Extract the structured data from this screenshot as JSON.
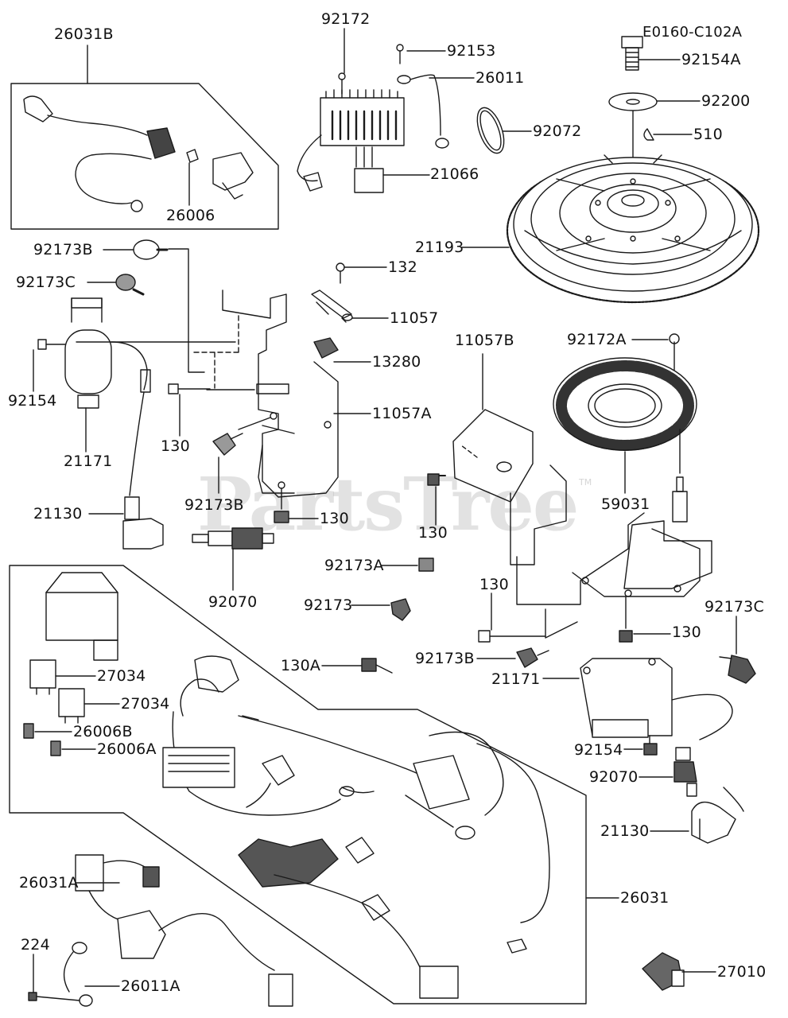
{
  "diagram": {
    "drawing_code": "E0160-C102A",
    "watermark": "PartsTree",
    "watermark_mark": "TM"
  },
  "parts": {
    "p26031B": "26031B",
    "p26006": "26006",
    "p92172": "92172",
    "p92153": "92153",
    "p26011": "26011",
    "p92072": "92072",
    "p21066": "21066",
    "p92154A": "92154A",
    "p92200": "92200",
    "p510": "510",
    "p21193": "21193",
    "p92173B_top": "92173B",
    "p92173C_left": "92173C",
    "p132": "132",
    "p11057": "11057",
    "p13280": "13280",
    "p92154_left": "92154",
    "p21171_left": "21171",
    "p11057A": "11057A",
    "p130_left": "130",
    "p92173B_mid": "92173B",
    "p130_mid": "130",
    "p21130_left": "21130",
    "p92070_left": "92070",
    "p11057B": "11057B",
    "p92172A": "92172A",
    "p59031": "59031",
    "p130_right": "130",
    "p92173A": "92173A",
    "p92173": "92173",
    "p130_upper": "130",
    "p130_lower": "130",
    "p92173C_right": "92173C",
    "p92173B_right": "92173B",
    "p130A": "130A",
    "p21171_right": "21171",
    "p27034_a": "27034",
    "p27034_b": "27034",
    "p26006B": "26006B",
    "p26006A": "26006A",
    "p92154_right": "92154",
    "p92070_right": "92070",
    "p21130_right": "21130",
    "p26031A": "26031A",
    "p26031": "26031",
    "p224": "224",
    "p26011A": "26011A",
    "p27010": "27010"
  }
}
